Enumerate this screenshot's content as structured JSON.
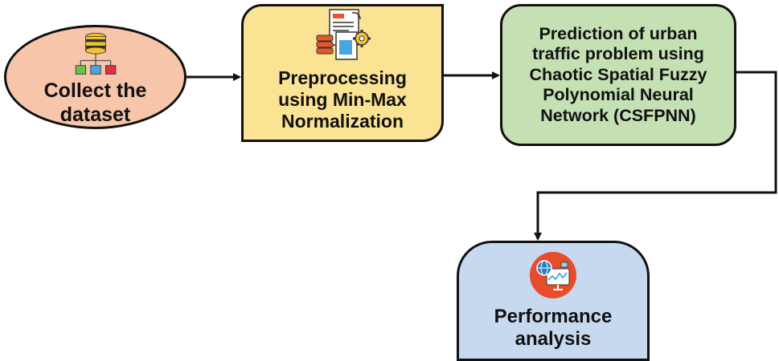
{
  "diagram": {
    "nodes": [
      {
        "id": "collect",
        "shape": "ellipse",
        "lines": [
          "Collect the",
          "dataset"
        ],
        "icon": "database-hierarchy-icon",
        "fill": "#f6c5aa"
      },
      {
        "id": "preprocess",
        "shape": "leaf-rectangle",
        "lines": [
          "Preprocessing",
          "using Min-Max",
          "Normalization"
        ],
        "icon": "document-gear-icon",
        "fill": "#fbe394"
      },
      {
        "id": "predict",
        "shape": "rounded-rectangle",
        "lines": [
          "Prediction of urban",
          "traffic problem using",
          "Chaotic Spatial Fuzzy",
          "Polynomial Neural",
          "Network (CSFPNN)"
        ],
        "fill": "#c5e0b3"
      },
      {
        "id": "perf",
        "shape": "top-rounded-rectangle",
        "lines": [
          "Performance",
          "analysis"
        ],
        "icon": "analytics-badge-icon",
        "fill": "#c7d9ee"
      }
    ],
    "edges": [
      {
        "from": "collect",
        "to": "preprocess"
      },
      {
        "from": "preprocess",
        "to": "predict"
      },
      {
        "from": "predict",
        "to": "perf"
      }
    ],
    "stroke_color": "#111111"
  }
}
